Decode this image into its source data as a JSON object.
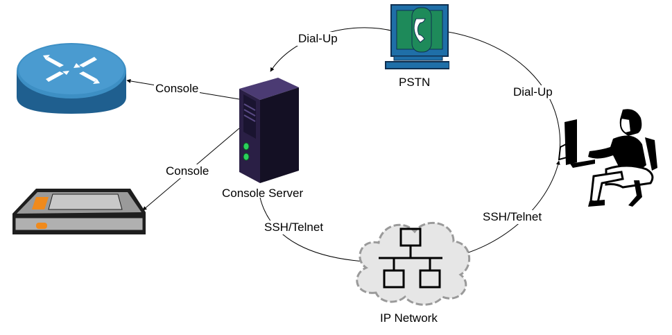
{
  "nodes": {
    "router": {
      "icon": "router-icon"
    },
    "patch_panel": {
      "icon": "patch-panel-icon"
    },
    "console_server": {
      "icon": "server-tower-icon",
      "label": "Console Server"
    },
    "pstn": {
      "icon": "telephone-monitor-icon",
      "label": "PSTN"
    },
    "ip_network": {
      "icon": "network-cloud-icon",
      "label": "IP Network"
    },
    "user": {
      "icon": "user-at-computer-icon"
    }
  },
  "edges": {
    "console_router": "Console",
    "console_panel": "Console",
    "dialup_left": "Dial-Up",
    "dialup_right": "Dial-Up",
    "ssh_left": "SSH/Telnet",
    "ssh_right": "SSH/Telnet"
  },
  "colors": {
    "router_blue": "#2f7fb3",
    "server_purple": "#2a1f45",
    "pstn_green": "#1e8a5a",
    "pstn_blue": "#1f6fa8",
    "panel_orange": "#f08a1c",
    "edge": "#000000"
  }
}
